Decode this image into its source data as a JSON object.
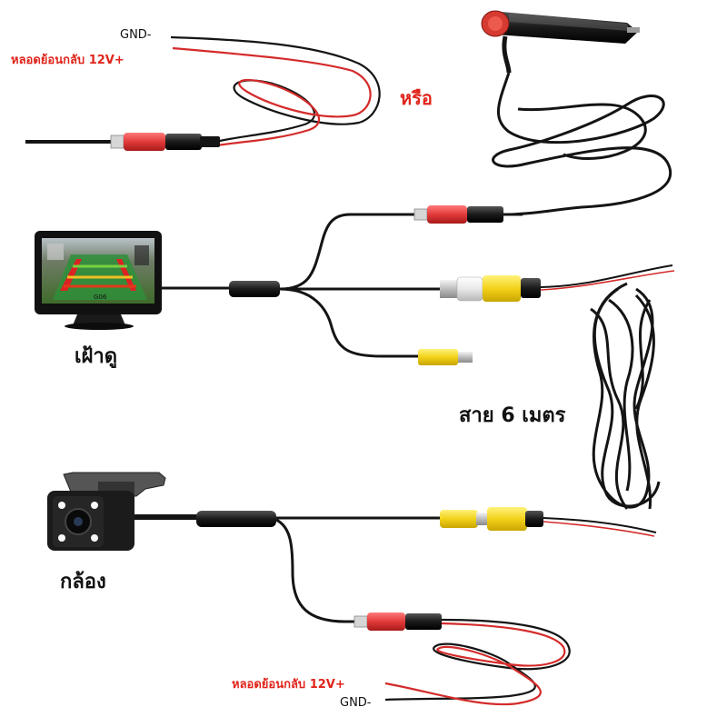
{
  "labels": {
    "top_gnd": "GND-",
    "top_reverse": "หลอดย้อนกลับ 12V+",
    "or_text": "หรือ",
    "monitor": "เฝ้าดู",
    "cable_length": "สาย 6 เมตร",
    "camera": "กล้อง",
    "bottom_reverse": "หลอดย้อนกลับ 12V+",
    "bottom_gnd": "GND-"
  },
  "screen_text": "G06",
  "colors": {
    "red_wire": "#d42b2b",
    "black_wire": "#141414",
    "rca_yellow": "#f2d21a",
    "rca_white": "#efefef",
    "plug_red": "#e24545",
    "label_red": "#e0241b"
  },
  "icons": [
    "cigarette-lighter-plug-icon",
    "monitor-icon",
    "camera-icon"
  ]
}
